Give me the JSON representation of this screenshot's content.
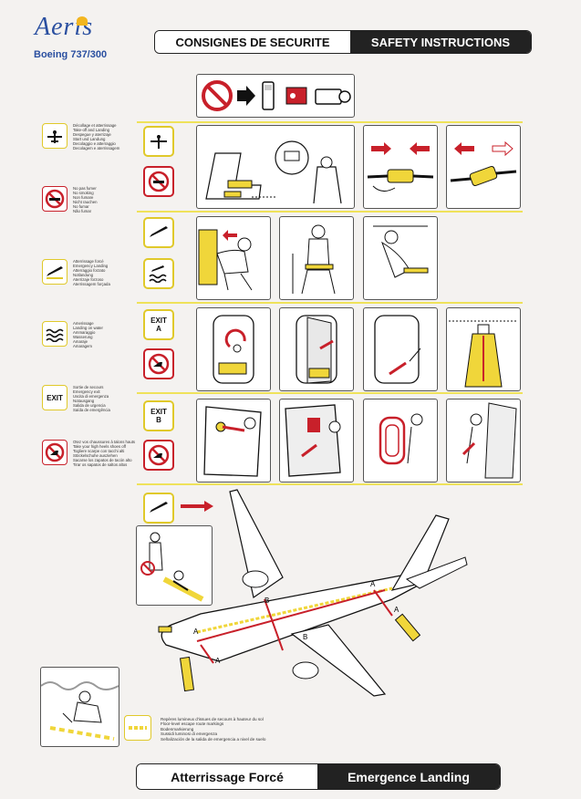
{
  "brand": {
    "name": "Aeris",
    "model": "Boeing 737/300"
  },
  "header": {
    "title_fr": "CONSIGNES DE SECURITE",
    "title_en": "SAFETY INSTRUCTIONS"
  },
  "legend": [
    {
      "icon": "takeoff-landing-icon",
      "lines": [
        "Décollage et atterrissage",
        "Take-off and Landing",
        "Despegue y aterrizaje",
        "Start und Landung",
        "Decolaggio e atterraggio",
        "Decolagem e aterrissagem"
      ]
    },
    {
      "icon": "no-smoking-icon",
      "lines": [
        "No pas fumer",
        "No smoking",
        "Non fumare",
        "Nicht rauchen",
        "No fumar",
        "Não fumar"
      ]
    },
    {
      "icon": "emergency-landing-icon",
      "lines": [
        "Atterrissage forcé",
        "Emergency Landing",
        "Atterraggio forzato",
        "Notlandung",
        "Aterrizaje forzoso",
        "Aterrissagem forçada"
      ]
    },
    {
      "icon": "water-landing-icon",
      "lines": [
        "Amerissage",
        "Landing on water",
        "Ammaraggio",
        "Wasserung",
        "Amaraje",
        "Amaragem"
      ]
    },
    {
      "icon": "exit-icon",
      "label": "EXIT",
      "lines": [
        "Sortie de secours",
        "Emergency exit",
        "Uscita di emergenza",
        "Notausgang",
        "Salida de urgencia",
        "Saída de emergência"
      ]
    },
    {
      "icon": "no-high-heels-icon",
      "lines": [
        "Otez vos chaussures à talons hauts",
        "Take your high heels shoes off",
        "Togliere scarpe con tacchi alti",
        "Stöckelschuhe ausziehen",
        "Sacarse los zapatos de tacón alto",
        "Tirar os sapatos de saltos altos"
      ]
    }
  ],
  "row_icons": {
    "exit_a": "EXIT\nA",
    "exit_b": "EXIT\nB"
  },
  "floor_lighting": {
    "lines": [
      "Repères lumineux d'issues de secours à hauteur du sol",
      "Floor-level escape route markings",
      "Bodenmarkierung",
      "Sussidi luminosi di emergenza",
      "Señalización de la salida de emergencia a nivel de suelo"
    ]
  },
  "diagram": {
    "exit_marker_a": "A",
    "exit_marker_b": "B"
  },
  "footer": {
    "title_fr": "Atterrissage Forcé",
    "title_en": "Emergence Landing"
  },
  "colors": {
    "accent_yellow": "#e0c92a",
    "accent_red": "#c8202a",
    "dark": "#222222"
  }
}
